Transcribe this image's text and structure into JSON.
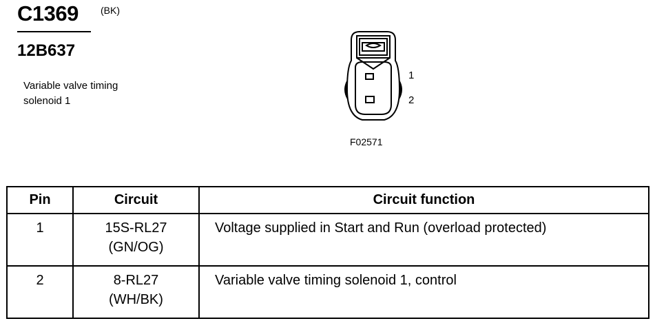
{
  "header": {
    "connector_id": "C1369",
    "color_code": "(BK)",
    "part_number": "12B637",
    "description": "Variable valve timing solenoid 1"
  },
  "figure": {
    "code": "F02571",
    "pin_labels": [
      "1",
      "2"
    ]
  },
  "table": {
    "headers": {
      "pin": "Pin",
      "circuit": "Circuit",
      "function": "Circuit function"
    },
    "rows": [
      {
        "pin": "1",
        "circuit": "15S-RL27",
        "wire_color": "(GN/OG)",
        "function": "Voltage supplied in Start and Run (overload protected)"
      },
      {
        "pin": "2",
        "circuit": "8-RL27",
        "wire_color": "(WH/BK)",
        "function": "Variable valve timing solenoid 1, control"
      }
    ]
  }
}
